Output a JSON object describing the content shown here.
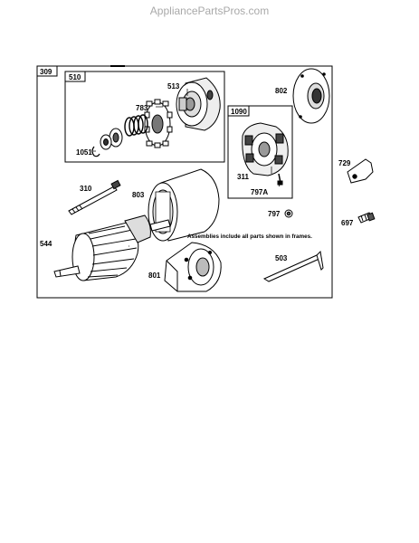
{
  "watermark": "AppliancePartsPros.com",
  "frames": {
    "outer": "309",
    "solenoid_group": "510",
    "brush_group": "1090"
  },
  "parts": {
    "p513": "513",
    "p783": "783",
    "p1051": "1051",
    "p802": "802",
    "p311": "311",
    "p797A": "797A",
    "p797": "797",
    "p310": "310",
    "p803": "803",
    "p544": "544",
    "p801": "801",
    "p503": "503",
    "p729": "729",
    "p697": "697"
  },
  "note": "Assemblies include all parts shown in frames."
}
